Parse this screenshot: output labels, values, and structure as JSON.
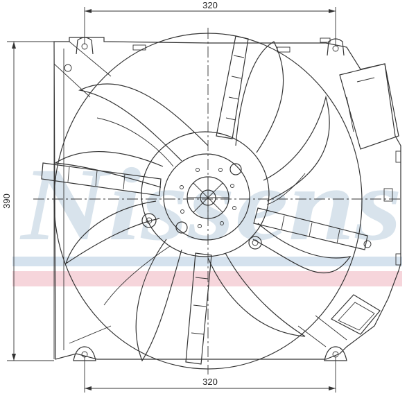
{
  "watermark": {
    "text": "Nissens",
    "color": "#d8e3ec",
    "band_blue": "#d5e2ee",
    "band_red": "#f6d5db"
  },
  "dimensions": {
    "top_width": "320",
    "bottom_width": "320",
    "height": "390"
  }
}
